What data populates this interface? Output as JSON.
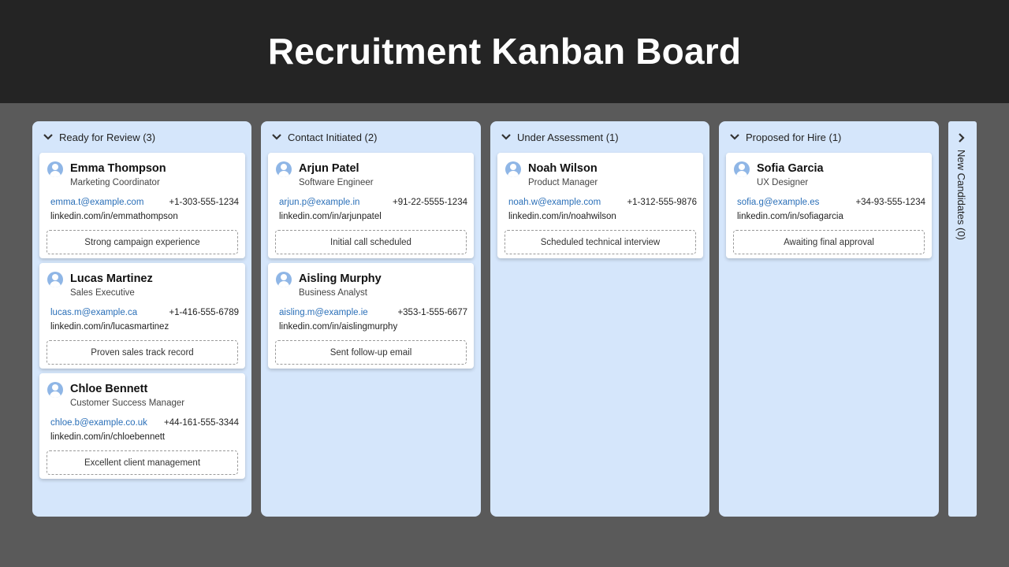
{
  "board": {
    "title": "Recruitment Kanban Board"
  },
  "columns": [
    {
      "title": "Ready for Review (3)",
      "cards": [
        {
          "name": "Emma Thompson",
          "role": "Marketing Coordinator",
          "email": "emma.t@example.com",
          "phone": "+1-303-555-1234",
          "linkedin": "linkedin.com/in/emmathompson",
          "note": "Strong campaign experience"
        },
        {
          "name": "Lucas Martinez",
          "role": "Sales Executive",
          "email": "lucas.m@example.ca",
          "phone": "+1-416-555-6789",
          "linkedin": "linkedin.com/in/lucasmartinez",
          "note": "Proven sales track record"
        },
        {
          "name": "Chloe Bennett",
          "role": "Customer Success Manager",
          "email": "chloe.b@example.co.uk",
          "phone": "+44-161-555-3344",
          "linkedin": "linkedin.com/in/chloebennett",
          "note": "Excellent client management"
        }
      ]
    },
    {
      "title": "Contact Initiated (2)",
      "cards": [
        {
          "name": "Arjun Patel",
          "role": "Software Engineer",
          "email": "arjun.p@example.in",
          "phone": "+91-22-5555-1234",
          "linkedin": "linkedin.com/in/arjunpatel",
          "note": "Initial call scheduled"
        },
        {
          "name": "Aisling Murphy",
          "role": "Business Analyst",
          "email": "aisling.m@example.ie",
          "phone": "+353-1-555-6677",
          "linkedin": "linkedin.com/in/aislingmurphy",
          "note": "Sent follow-up email"
        }
      ]
    },
    {
      "title": "Under Assessment (1)",
      "cards": [
        {
          "name": "Noah Wilson",
          "role": "Product Manager",
          "email": "noah.w@example.com",
          "phone": "+1-312-555-9876",
          "linkedin": "linkedin.com/in/noahwilson",
          "note": "Scheduled technical interview"
        }
      ]
    },
    {
      "title": "Proposed for Hire (1)",
      "cards": [
        {
          "name": "Sofia Garcia",
          "role": "UX Designer",
          "email": "sofia.g@example.es",
          "phone": "+34-93-555-1234",
          "linkedin": "linkedin.com/in/sofiagarcia",
          "note": "Awaiting final approval"
        }
      ]
    }
  ],
  "collapsed_column": {
    "title": "New Candidates (0)"
  },
  "icons": {
    "expand": "chevron-down-icon",
    "collapsed": "chevron-right-icon",
    "avatar": "user-avatar-icon"
  },
  "colors": {
    "header_bg": "#242424",
    "page_bg": "#5a5a5a",
    "column_bg": "#d5e6fb",
    "email_link": "#2a6fb8",
    "avatar": "#8fb6e6"
  }
}
